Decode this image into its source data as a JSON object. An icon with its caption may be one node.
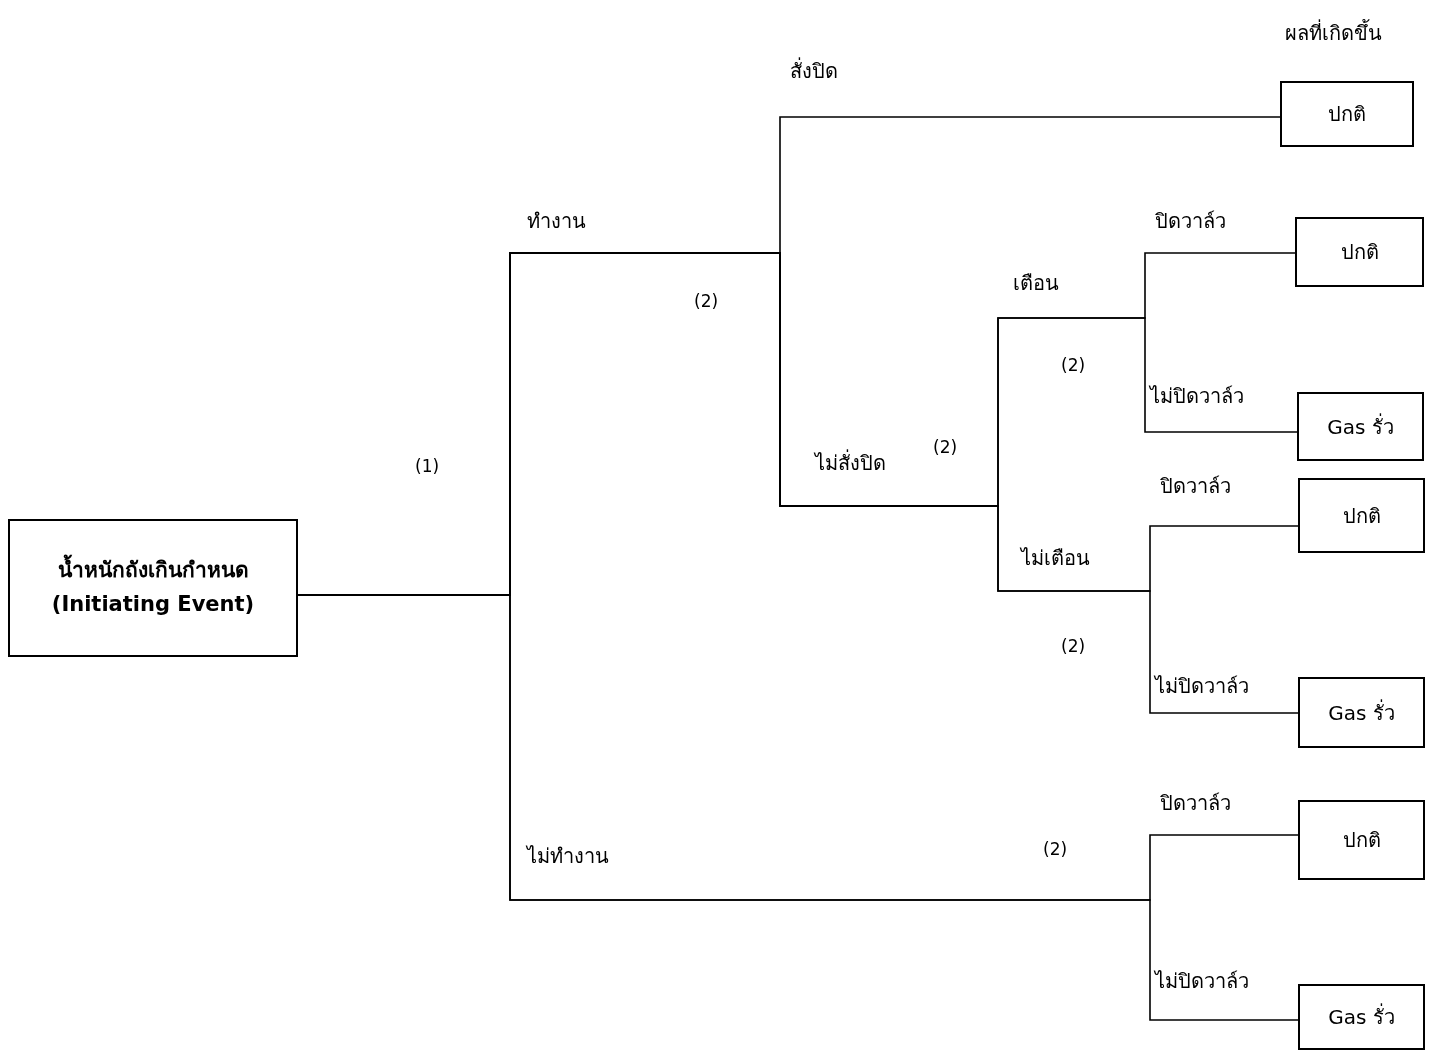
{
  "diagram": {
    "nodes": [
      {
        "text": [
          "น้ำหนักถังเกินกำหนด",
          "(Initiating Event)"
        ]
      },
      {
        "text": [
          "ปกติ"
        ]
      },
      {
        "text": [
          "ปกติ"
        ]
      },
      {
        "text": [
          "Gas รั่ว"
        ]
      },
      {
        "text": [
          "ปกติ"
        ]
      },
      {
        "text": [
          "Gas รั่ว"
        ]
      },
      {
        "text": [
          "ปกติ"
        ]
      },
      {
        "text": [
          "Gas รั่ว"
        ]
      }
    ],
    "edges": [
      {
        "from": 0,
        "to": 1,
        "arrow": "none"
      },
      {
        "from": 0,
        "to": 2,
        "arrow": "none"
      },
      {
        "from": 0,
        "to": 3,
        "arrow": "none"
      },
      {
        "from": 0,
        "to": 4,
        "arrow": "none"
      },
      {
        "from": 0,
        "to": 5,
        "arrow": "none"
      },
      {
        "from": 0,
        "to": 6,
        "arrow": "none"
      },
      {
        "from": 0,
        "to": 7,
        "arrow": "none"
      }
    ],
    "labels": [
      "ผลที่เกิดขึ้น",
      "สั่งปิด",
      "ทำงาน",
      "(2)",
      "ปิดวาล์ว",
      "เตือน",
      "(2)",
      "ไม่ปิดวาล์ว",
      "(1)",
      "ไม่สั่งปิด",
      "(2)",
      "ปิดวาล์ว",
      "ไม่เตือน",
      "(2)",
      "ไม่ปิดวาล์ว",
      "ปิดวาล์ว",
      "(2)",
      "ไม่ทำงาน",
      "ไม่ปิดวาล์ว"
    ]
  }
}
